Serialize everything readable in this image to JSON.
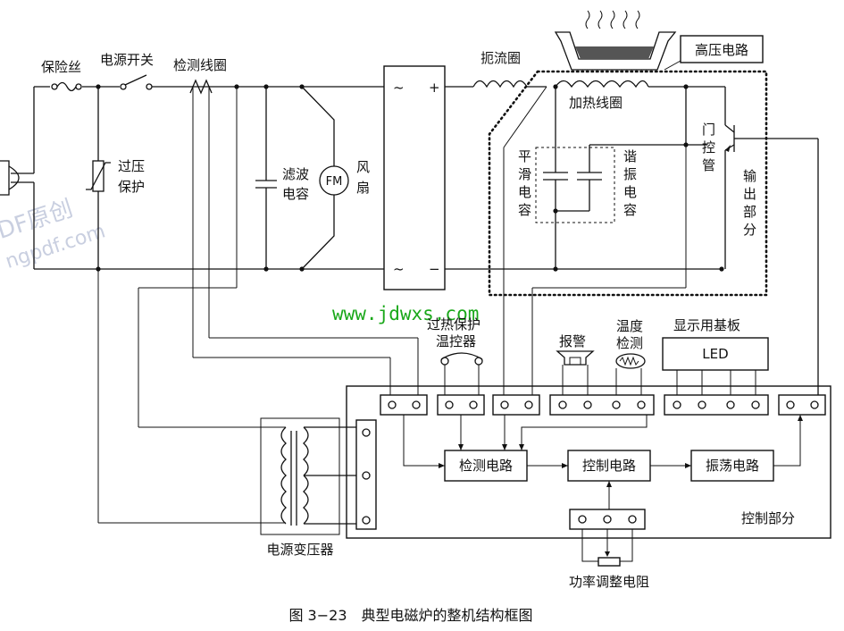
{
  "labels": {
    "fuse": "保险丝",
    "power_switch": "电源开关",
    "detect_coil": "检测线圈",
    "choke": "扼流圈",
    "high_voltage": "高压电路",
    "heating_coil": "加热线圈",
    "overvoltage_1": "过压",
    "overvoltage_2": "保护",
    "filter_cap_1": "滤波",
    "filter_cap_2": "电容",
    "fan_motor": "FM",
    "fan_1": "风",
    "fan_2": "扇",
    "rect_ac_top": "~",
    "rect_plus": "+",
    "rect_ac_bottom": "~",
    "rect_minus": "−",
    "smooth_cap": [
      "平",
      "滑",
      "电",
      "容"
    ],
    "resonant_cap": [
      "谐",
      "振",
      "电",
      "容"
    ],
    "gate_tube": [
      "门",
      "控",
      "管"
    ],
    "output_part": [
      "输",
      "出",
      "部",
      "分"
    ],
    "overheat_1": "过热保护",
    "overheat_2": "温控器",
    "alarm": "报警",
    "temp_1": "温度",
    "temp_2": "检测",
    "display_board": "显示用基板",
    "led": "LED",
    "detect_circuit": "检测电路",
    "control_circuit": "控制电路",
    "oscillator_circuit": "振荡电路",
    "control_part": "控制部分",
    "transformer": "电源变压器",
    "power_adjust": "功率调整电阻"
  },
  "caption": "图 3−23　典型电磁炉的整机结构框图",
  "watermark_url": "www.jdwxs.com",
  "watermark_logo": "DF原创",
  "watermark_logo_2": "ngpdf.com"
}
